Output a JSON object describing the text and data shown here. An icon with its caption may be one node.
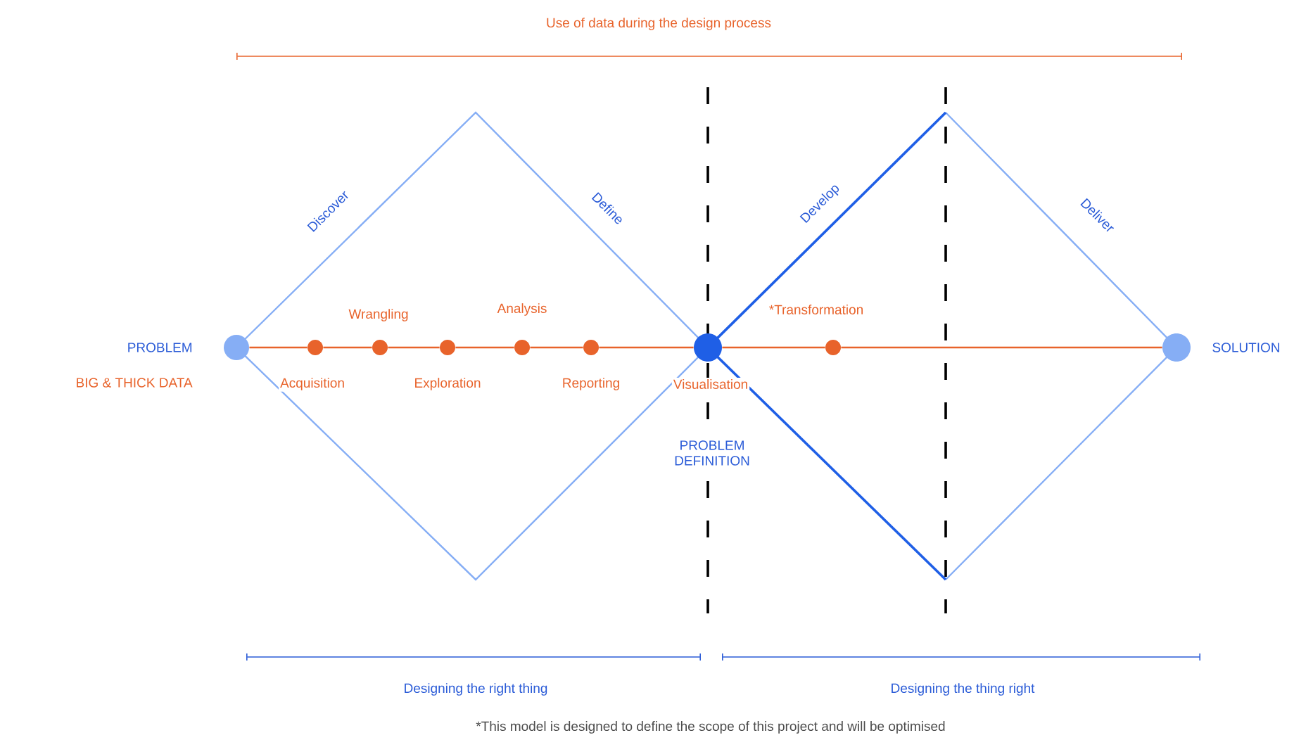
{
  "diagram": {
    "title": "Use of data during the design process",
    "caption": "*This model is designed to define the scope of this project and will be optimised",
    "nodes": [
      {
        "text": [],
        "shape": "circle",
        "beside": [
          "PROBLEM",
          "BIG & THICK DATA"
        ]
      },
      {
        "text": [],
        "shape": "circle",
        "beside": [
          "Acquisition"
        ]
      },
      {
        "text": [],
        "shape": "circle",
        "beside": [
          "Wrangling"
        ]
      },
      {
        "text": [],
        "shape": "circle",
        "beside": [
          "Exploration"
        ]
      },
      {
        "text": [],
        "shape": "circle",
        "beside": [
          "Analysis"
        ]
      },
      {
        "text": [],
        "shape": "circle",
        "beside": [
          "Reporting"
        ]
      },
      {
        "text": [],
        "shape": "circle",
        "beside": [
          "Visualisation",
          "PROBLEM DEFINITION"
        ]
      },
      {
        "text": [],
        "shape": "circle",
        "beside": [
          "*Transformation"
        ]
      },
      {
        "text": [],
        "shape": "circle",
        "beside": [
          "SOLUTION"
        ]
      }
    ],
    "edges": [
      {
        "from": 0,
        "to": 1,
        "arrow": "none"
      },
      {
        "from": 1,
        "to": 2,
        "arrow": "none"
      },
      {
        "from": 2,
        "to": 3,
        "arrow": "none"
      },
      {
        "from": 3,
        "to": 4,
        "arrow": "none"
      },
      {
        "from": 4,
        "to": 5,
        "arrow": "none"
      },
      {
        "from": 5,
        "to": 6,
        "arrow": "none"
      },
      {
        "from": 6,
        "to": 7,
        "arrow": "none"
      },
      {
        "from": 7,
        "to": 8,
        "arrow": "none"
      }
    ],
    "labels": [
      "Discover",
      "Define",
      "Develop",
      "Deliver",
      "Designing the right thing",
      "Designing the thing right"
    ]
  }
}
